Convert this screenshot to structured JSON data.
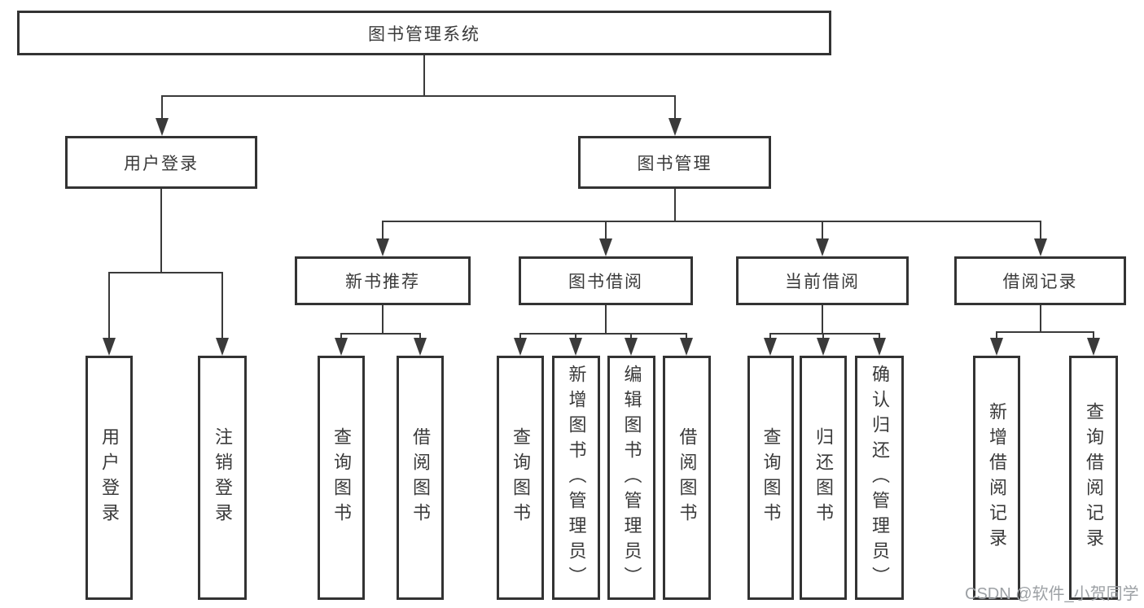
{
  "nodes": {
    "root": "图书管理系统",
    "user_login": "用户登录",
    "book_mgmt": "图书管理",
    "new_book": "新书推荐",
    "book_borrow": "图书借阅",
    "current_borrow": "当前借阅",
    "borrow_record": "借阅记录",
    "leaf_login": "用户登录",
    "leaf_logout": "注销登录",
    "leaf_nb_query": "查询图书",
    "leaf_nb_borrow": "借阅图书",
    "leaf_bb_query": "查询图书",
    "leaf_bb_add": "新增图书（管理员）",
    "leaf_bb_edit": "编辑图书（管理员）",
    "leaf_bb_borrow": "借阅图书",
    "leaf_cb_query": "查询图书",
    "leaf_cb_return": "归还图书",
    "leaf_cb_confirm": "确认归还（管理员）",
    "leaf_br_add": "新增借阅记录",
    "leaf_br_query": "查询借阅记录"
  },
  "watermark": {
    "text": "CSDN @软件_小贺同学"
  },
  "colors": {
    "line": "#3a3a3a",
    "box_border": "#333333",
    "text": "#3a3a3a",
    "watermark": "#9da1a5"
  }
}
